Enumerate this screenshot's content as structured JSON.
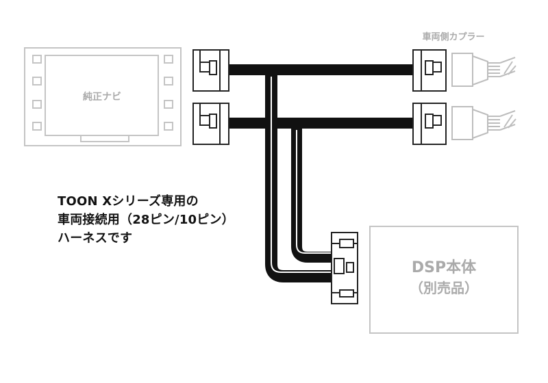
{
  "labels": {
    "nav": "純正ナビ",
    "car_coupler": "車両側カプラー",
    "dsp_line1": "DSP本体",
    "dsp_line2": "（別売品）"
  },
  "description": [
    "TOON Xシリーズ専用の",
    "車両接続用（28ピン/10ピン）",
    "ハーネスです"
  ],
  "colors": {
    "harness": "#111111",
    "outline_gray": "#bdbdbd",
    "text_gray": "#aaaaaa",
    "text_dark": "#111111"
  }
}
